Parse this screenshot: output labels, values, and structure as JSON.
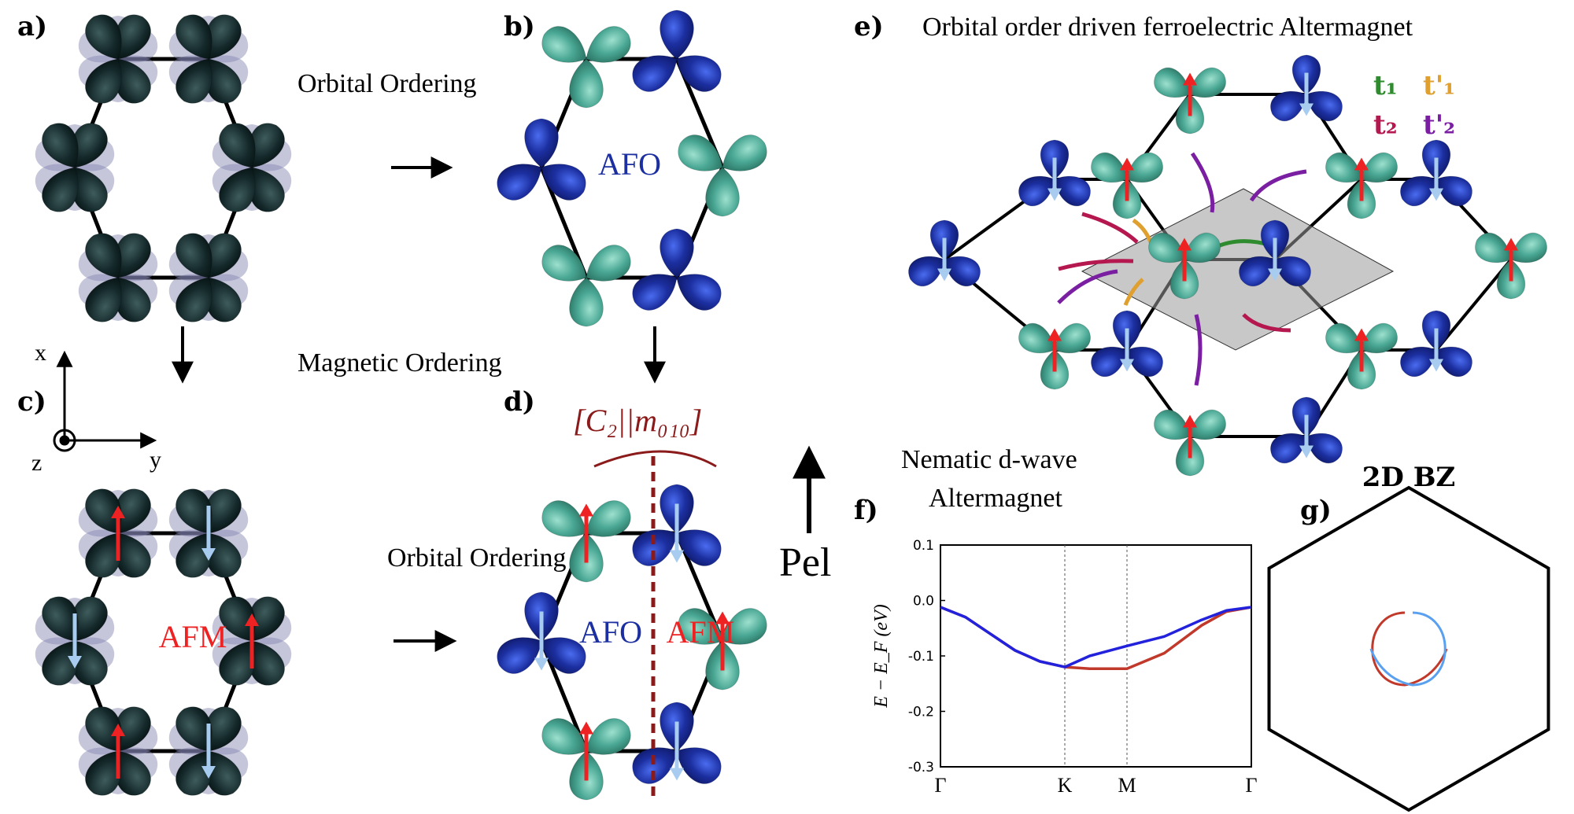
{
  "panels": {
    "a": {
      "label": "a)"
    },
    "b": {
      "label": "b)",
      "center_text": "AFO"
    },
    "c": {
      "label": "c)",
      "center_text": "AFM"
    },
    "d": {
      "label": "d)",
      "center_text_left": "AFO",
      "center_text_right": "AFM"
    },
    "e": {
      "label": "e)",
      "title": "Orbital order driven ferroelectric Altermagnet"
    },
    "f": {
      "label": "f)"
    },
    "g": {
      "label": "g)",
      "title": "2D BZ"
    }
  },
  "annotations": {
    "orbital_ordering_1": "Orbital Ordering",
    "orbital_ordering_2": "Orbital Ordering",
    "magnetic_ordering": "Magnetic Ordering",
    "symmetry": "[C₂||m₀₁₀]",
    "polarization": "Pel",
    "nematic_1": "Nematic d-wave",
    "nematic_2": "Altermagnet"
  },
  "axes_triad": {
    "x": "x",
    "y": "y",
    "z": "z"
  },
  "hoppings": [
    {
      "label": "t₁",
      "color": "#2e8b2e"
    },
    {
      "label": "t'₁",
      "color": "#e0a030"
    },
    {
      "label": "t₂",
      "color": "#b5174f"
    },
    {
      "label": "t'₂",
      "color": "#7a1fa2"
    }
  ],
  "colors": {
    "teal_orbital": "#4aa894",
    "blue_orbital": "#1c2fa0",
    "dark_orbital": "#14282a",
    "spin_up": "#ee2222",
    "spin_down": "#a8ccf0",
    "band_red": "#c0392b",
    "band_blue": "#2222dd"
  },
  "chart_data": {
    "type": "line",
    "ylabel": "E − E_F (eV)",
    "ylim": [
      -0.3,
      0.1
    ],
    "yticks": [
      "0.1",
      "0.0",
      "-0.1",
      "-0.2",
      "-0.3"
    ],
    "x_ticks": [
      "Γ",
      "K",
      "M",
      "Γ"
    ],
    "x_tick_positions": [
      0,
      1,
      1.5,
      2.5
    ],
    "series": [
      {
        "color": "#c0392b",
        "x": [
          0,
          0.2,
          0.4,
          0.6,
          0.8,
          1.0,
          1.2,
          1.5,
          1.8,
          2.1,
          2.3,
          2.5
        ],
        "values": [
          -0.012,
          -0.03,
          -0.06,
          -0.09,
          -0.11,
          -0.12,
          -0.123,
          -0.123,
          -0.095,
          -0.045,
          -0.02,
          -0.012
        ]
      },
      {
        "color": "#2222dd",
        "x": [
          0,
          0.2,
          0.4,
          0.6,
          0.8,
          1.0,
          1.2,
          1.5,
          1.8,
          2.1,
          2.3,
          2.5
        ],
        "values": [
          -0.012,
          -0.03,
          -0.06,
          -0.09,
          -0.11,
          -0.12,
          -0.1,
          -0.082,
          -0.065,
          -0.035,
          -0.018,
          -0.012
        ]
      }
    ]
  }
}
